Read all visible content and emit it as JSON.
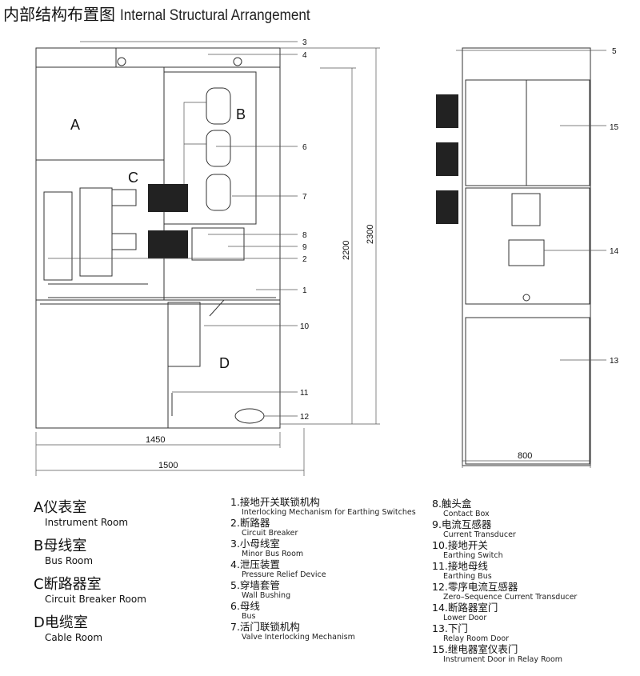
{
  "title": {
    "cn": "内部结构布置图",
    "en": "Internal Structural Arrangement"
  },
  "side_view": {
    "zones": {
      "A": "A",
      "B": "B",
      "C": "C",
      "D": "D"
    },
    "callouts": [
      "3",
      "4",
      "6",
      "7",
      "8",
      "9",
      "2",
      "1",
      "10",
      "11",
      "12"
    ],
    "dimensions": {
      "depth_inner": "1450",
      "depth_outer": "1500",
      "height_inner": "2200",
      "height_outer": "2300"
    }
  },
  "front_view": {
    "callouts": [
      "5",
      "15",
      "14",
      "13"
    ],
    "dimensions": {
      "width": "800"
    }
  },
  "rooms": [
    {
      "cn": "A仪表室",
      "en": "Instrument Room"
    },
    {
      "cn": "B母线室",
      "en": "Bus Room"
    },
    {
      "cn": "C断路器室",
      "en": "Circuit Breaker Room"
    },
    {
      "cn": "D电缆室",
      "en": "Cable Room"
    }
  ],
  "components_left": [
    {
      "cn": "1.接地开关联锁机构",
      "en": "Interlocking Mechanism for Earthing Switches"
    },
    {
      "cn": "2.断路器",
      "en": "Circuit Breaker"
    },
    {
      "cn": "3.小母线室",
      "en": "Minor Bus Room"
    },
    {
      "cn": "4.泄压装置",
      "en": "Pressure Relief Device"
    },
    {
      "cn": "5.穿墙套管",
      "en": "Wall Bushing"
    },
    {
      "cn": "6.母线",
      "en": "Bus"
    },
    {
      "cn": "7.活门联锁机构",
      "en": "Valve Interlocking Mechanism"
    }
  ],
  "components_right": [
    {
      "cn": "8.触头盒",
      "en": "Contact Box"
    },
    {
      "cn": "9.电流互感器",
      "en": "Current Transducer"
    },
    {
      "cn": "10.接地开关",
      "en": "Earthing Switch"
    },
    {
      "cn": "11.接地母线",
      "en": "Earthing Bus"
    },
    {
      "cn": "12.零序电流互感器",
      "en": "Zero–Sequence Current Transducer"
    },
    {
      "cn": "14.断路器室门",
      "en": "Lower Door"
    },
    {
      "cn": "13.下门",
      "en": "Relay Room Door"
    },
    {
      "cn": "15.继电器室仪表门",
      "en": "Instrument Door in Relay Room"
    }
  ]
}
